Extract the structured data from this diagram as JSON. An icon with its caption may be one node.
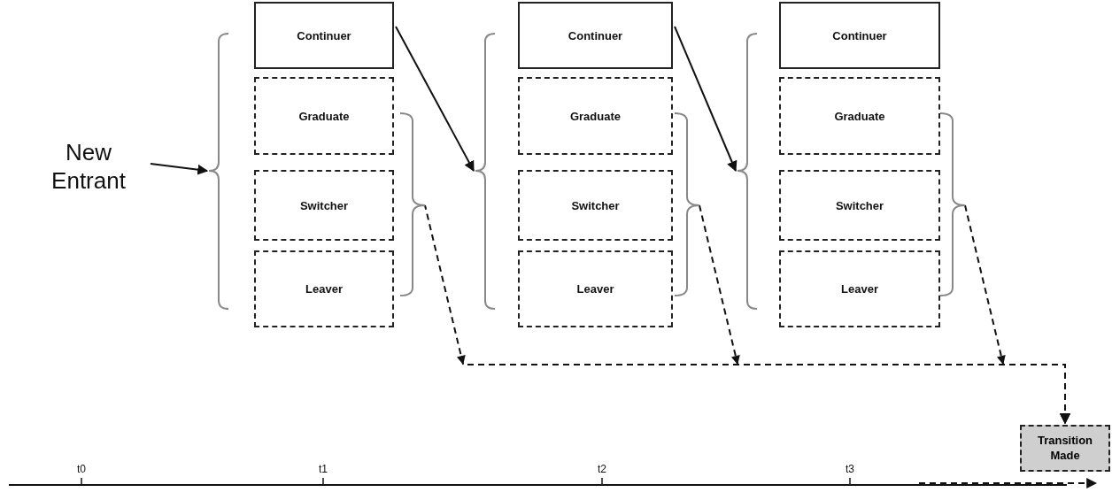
{
  "diagram": {
    "nodes": [
      {
        "text": [
          "New Entrant"
        ]
      },
      {
        "text": [],
        "shape": "bracket"
      },
      {
        "text": [
          "Continuer"
        ]
      },
      {
        "text": [
          "Graduate"
        ]
      },
      {
        "text": [
          "Switcher"
        ]
      },
      {
        "text": [
          "Leaver"
        ]
      },
      {
        "text": [],
        "shape": "bracket"
      },
      {
        "text": [],
        "shape": "bracket"
      },
      {
        "text": [
          "Continuer"
        ]
      },
      {
        "text": [
          "Graduate"
        ]
      },
      {
        "text": [
          "Switcher"
        ]
      },
      {
        "text": [
          "Leaver"
        ]
      },
      {
        "text": [],
        "shape": "bracket"
      },
      {
        "text": [],
        "shape": "bracket"
      },
      {
        "text": [
          "Continuer"
        ]
      },
      {
        "text": [
          "Graduate"
        ]
      },
      {
        "text": [
          "Switcher"
        ]
      },
      {
        "text": [
          "Leaver"
        ]
      },
      {
        "text": [],
        "shape": "bracket"
      },
      {
        "text": [
          "Transition Made"
        ]
      }
    ],
    "edges": [
      {
        "from": 0,
        "to": 1,
        "arrow": "to"
      },
      {
        "from": 2,
        "to": 7,
        "arrow": "to"
      },
      {
        "from": 8,
        "to": 13,
        "arrow": "to"
      },
      {
        "from": 6,
        "to": 19,
        "arrow": "to",
        "style": "dashed"
      },
      {
        "from": 12,
        "to": 19,
        "arrow": "to",
        "style": "dashed"
      },
      {
        "from": 18,
        "to": 19,
        "arrow": "to",
        "style": "dashed"
      }
    ],
    "labels": [
      "t0",
      "t1",
      "t2",
      "t3"
    ]
  }
}
